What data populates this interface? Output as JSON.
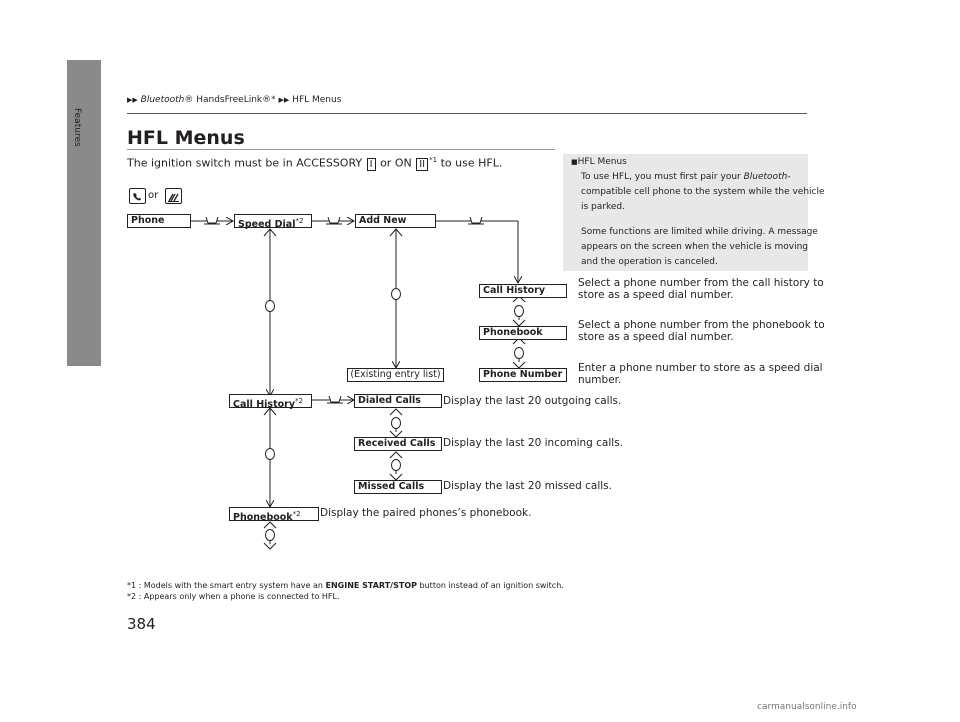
{
  "sidebar": {
    "section_label": "Features"
  },
  "breadcrumb": {
    "part1_italic": "Bluetooth",
    "part1_rest": "® HandsFreeLink®*",
    "part2": "HFL Menus",
    "sep": "▶▶"
  },
  "heading": "HFL Menus",
  "intro": {
    "before": "The ignition switch must be in ACCESSORY",
    "key1": "I",
    "mid": "or ON",
    "key2": "II",
    "sup": "*1",
    "after": "to use HFL."
  },
  "buttons": {
    "or_text": "or",
    "phone_button": "phone-button",
    "talk_button": "talk-button"
  },
  "note": {
    "title": "HFL Menus",
    "para1_line1_pre": "To use HFL, you must first pair your",
    "para1_line1_italic": "Bluetooth",
    "para1_line1_post": "-",
    "para1_line2": "compatible cell phone to the system while the vehicle",
    "para1_line3": "is parked.",
    "para2_line1": "Some functions are limited while driving. A message",
    "para2_line2": "appears on the screen when the vehicle is moving",
    "para2_line3": "and the operation is canceled."
  },
  "menu": {
    "phone": "Phone",
    "speed_dial": "Speed Dial",
    "speed_dial_sup": "*2",
    "add_new": "Add New",
    "call_history_sub": "Call History",
    "phonebook_sub": "Phonebook",
    "phone_number": "Phone Number",
    "existing_entry": "(Existing entry list)",
    "call_history": "Call History",
    "call_history_sup": "*2",
    "dialed_calls": "Dialed Calls",
    "received_calls": "Received Calls",
    "missed_calls": "Missed Calls",
    "phonebook": "Phonebook",
    "phonebook_sup": "*2"
  },
  "descriptions": {
    "call_history_1": "Select a phone number from the call history to",
    "call_history_2": "store as a speed dial number.",
    "phonebook_1": "Select a phone number from the phonebook to",
    "phonebook_2": "store as a speed dial number.",
    "phone_number_1": "Enter a phone number to store as a speed dial",
    "phone_number_2": "number.",
    "dialed": "Display the last 20 outgoing calls.",
    "received": "Display the last 20 incoming calls.",
    "missed": "Display the last 20 missed calls.",
    "phonebook": "Display the paired phones’s phonebook."
  },
  "footnotes": {
    "f1_pre": "*1 :  Models with the smart entry system have an",
    "f1_bold": "ENGINE START/STOP",
    "f1_post": "button instead of an ignition switch.",
    "f2": "*2 :  Appears only when a phone is connected to HFL."
  },
  "page_number": "384",
  "watermark": "carmanualsonline.info"
}
